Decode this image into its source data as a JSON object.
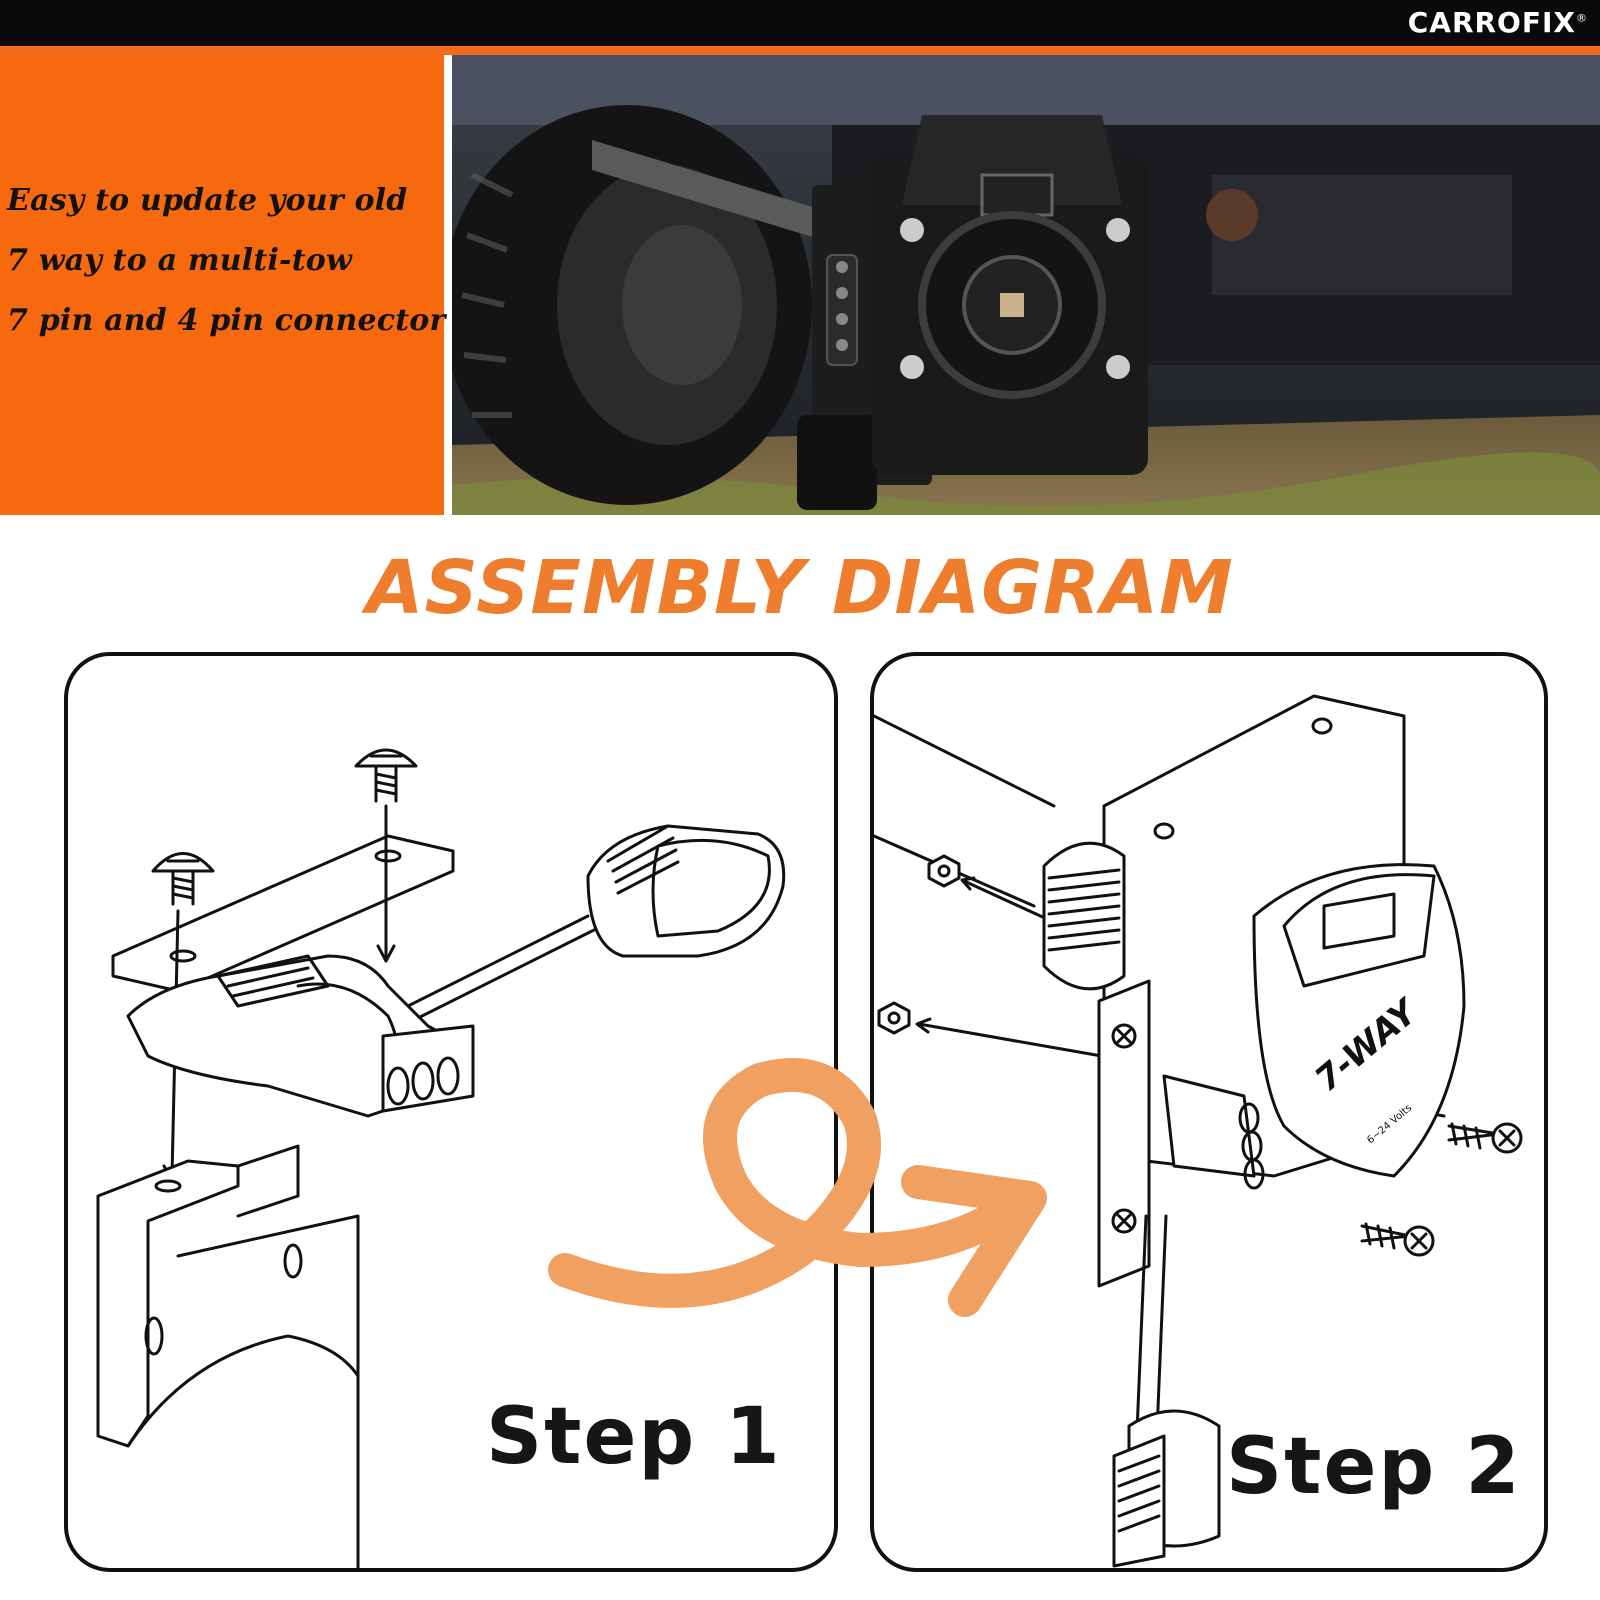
{
  "brand": {
    "name": "CARROFIX",
    "mark": "®"
  },
  "promo": {
    "lines": [
      "Easy to update your old",
      "7 way to a multi-tow",
      "7 pin and 4 pin connector"
    ]
  },
  "heading": "ASSEMBLY DIAGRAM",
  "steps": [
    {
      "label": "Step 1"
    },
    {
      "label": "Step 2"
    }
  ],
  "connector_label": {
    "main": "7-WAY",
    "sub": "6~24 Volts"
  },
  "colors": {
    "accent": "#f26a1b",
    "heading": "#ee7d2e",
    "arrow": "#f0a060",
    "bar": "#0a0a0a",
    "ink": "#111111"
  }
}
